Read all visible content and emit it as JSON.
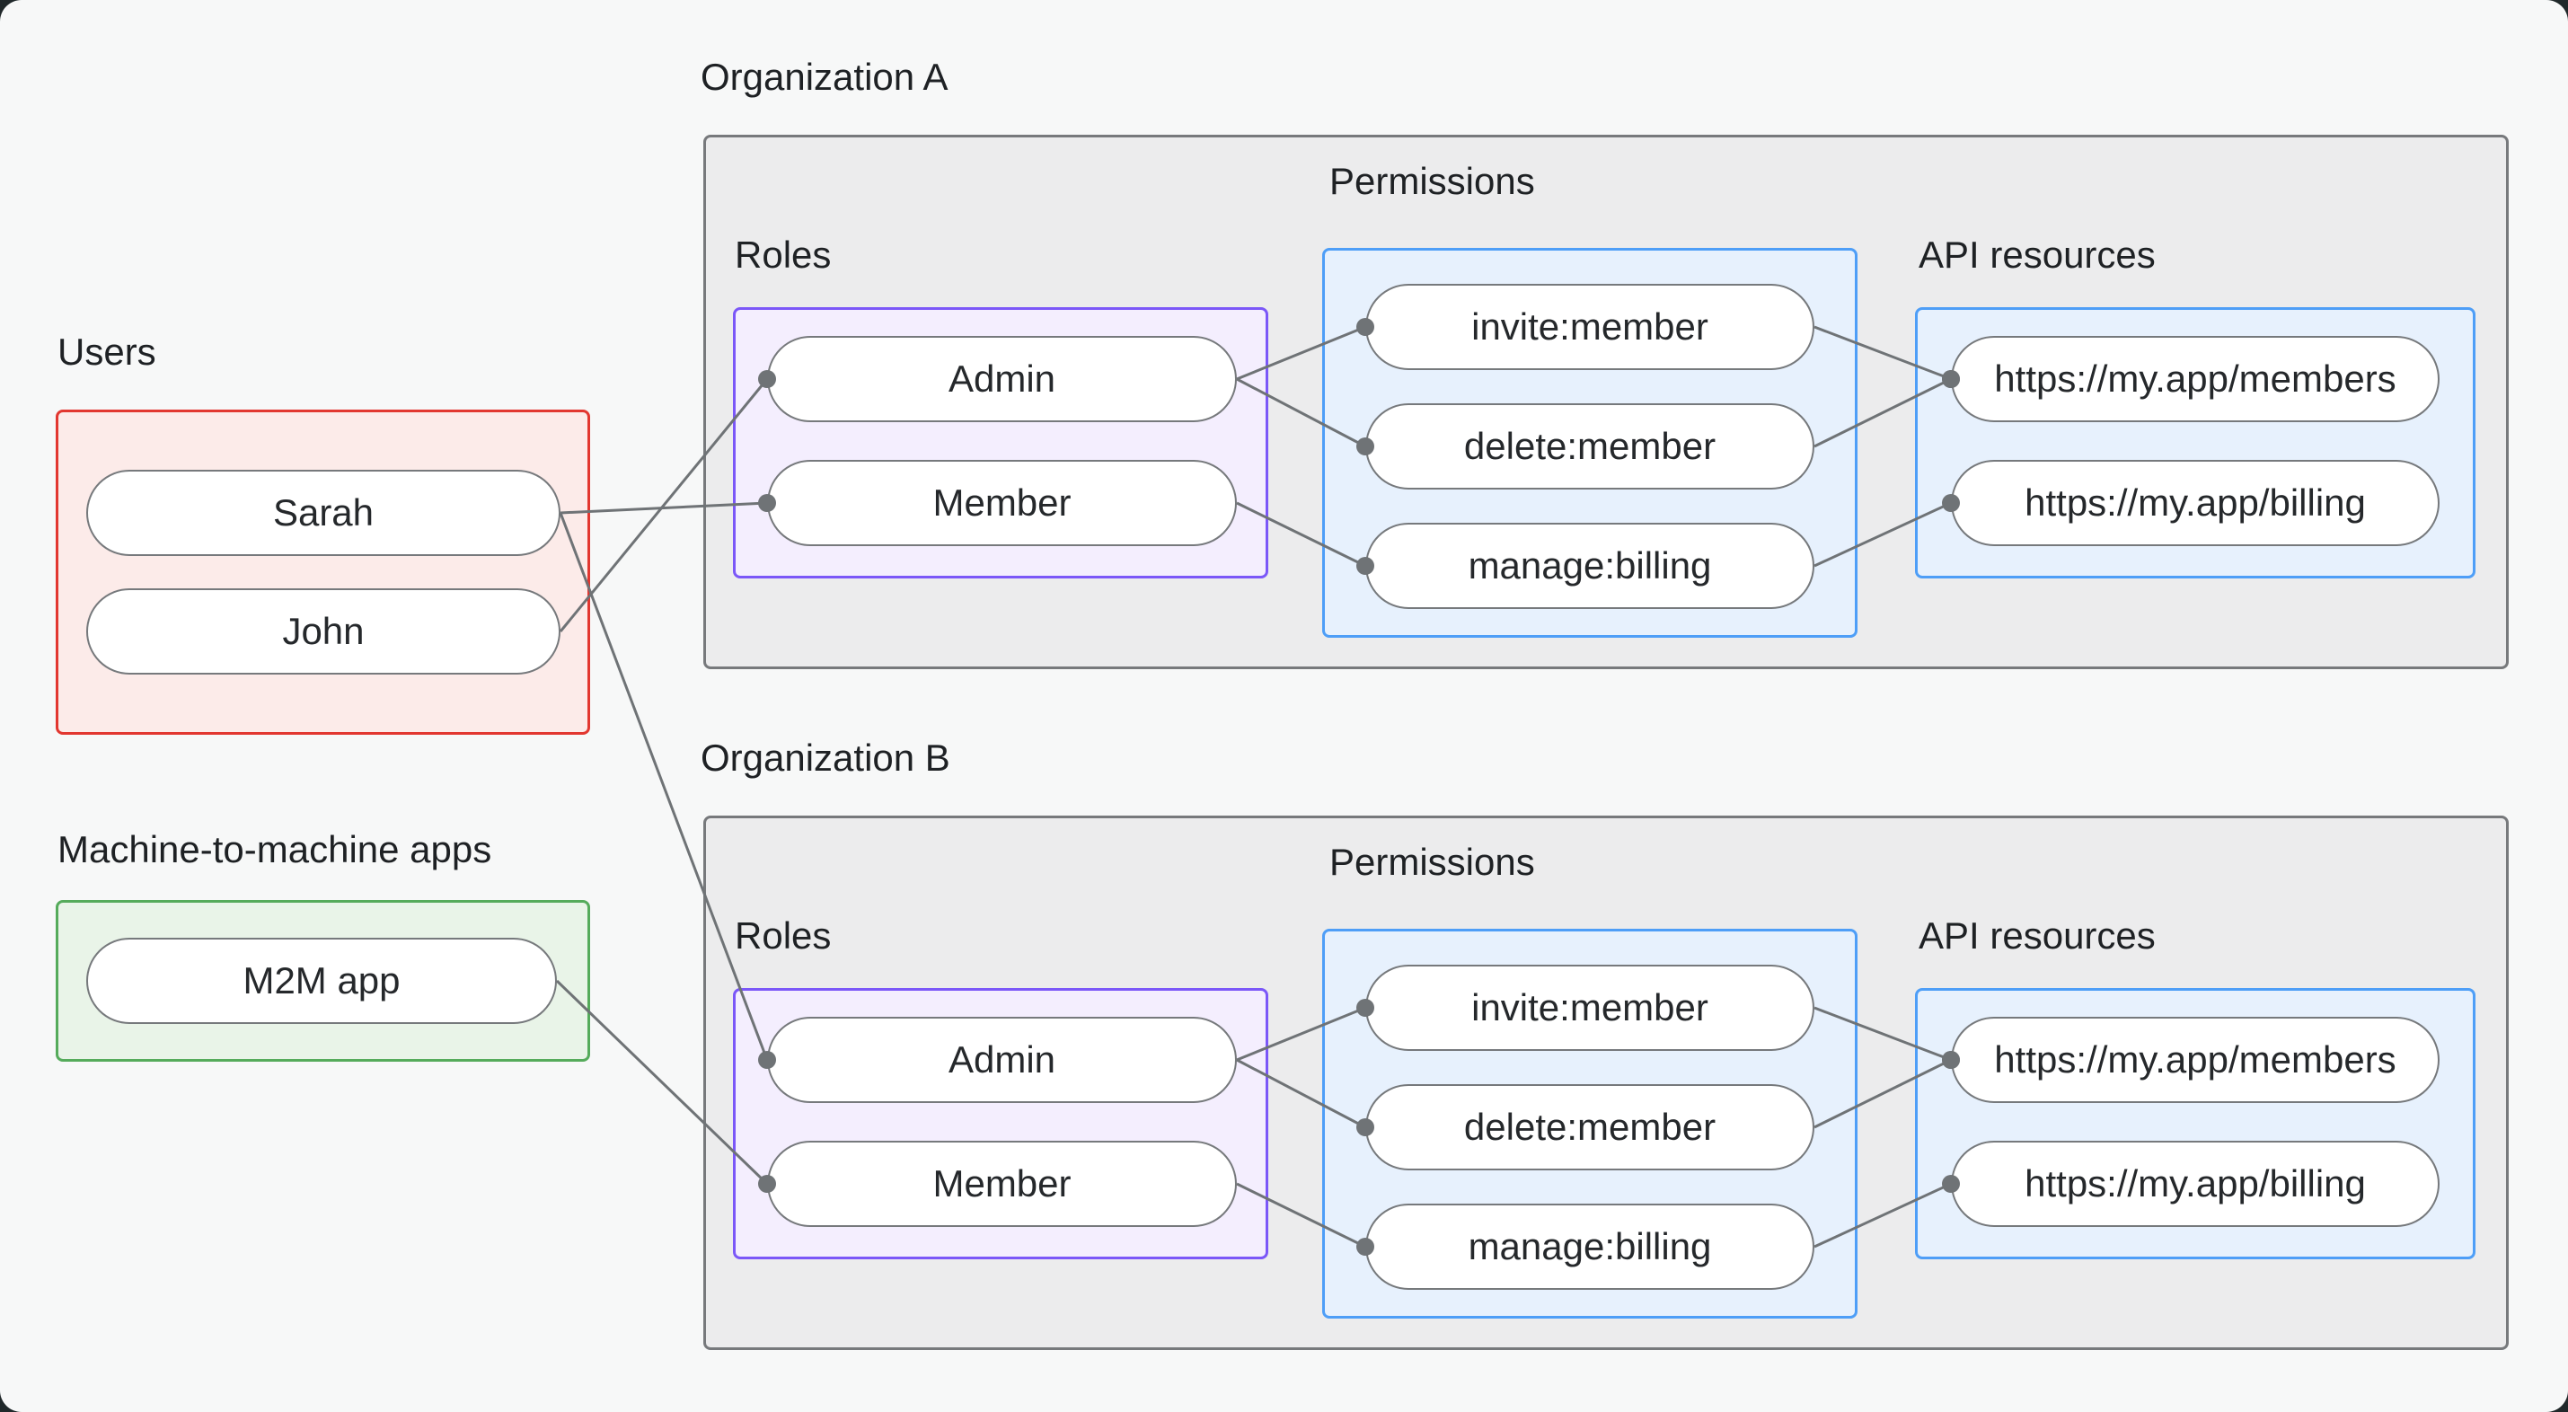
{
  "colors": {
    "page_bg": "#f7f8f8",
    "backdrop": "#20282a",
    "org_box_fill": "#ececed",
    "org_box_border": "#77797c",
    "users_fill": "#fcebe9",
    "users_border": "#e23730",
    "m2m_fill": "#e9f4e8",
    "m2m_border": "#55ab5b",
    "roles_fill": "#f4eefe",
    "roles_border": "#7b57f8",
    "permissions_fill": "#e7f1fd",
    "permissions_border": "#4e9ef7",
    "api_fill": "#e7f1fd",
    "api_border": "#4e9ef7",
    "pill_fill": "#ffffff",
    "pill_border": "#76797c",
    "wire": "#6f7376",
    "text": "#1e2124"
  },
  "users": {
    "label": "Users",
    "items": [
      "Sarah",
      "John"
    ]
  },
  "m2m": {
    "label": "Machine-to-machine apps",
    "items": [
      "M2M app"
    ]
  },
  "orgA": {
    "title": "Organization A",
    "roles": {
      "label": "Roles",
      "items": [
        "Admin",
        "Member"
      ]
    },
    "permissions": {
      "label": "Permissions",
      "items": [
        "invite:member",
        "delete:member",
        "manage:billing"
      ]
    },
    "api": {
      "label": "API resources",
      "items": [
        "https://my.app/members",
        "https://my.app/billing"
      ]
    }
  },
  "orgB": {
    "title": "Organization B",
    "roles": {
      "label": "Roles",
      "items": [
        "Admin",
        "Member"
      ]
    },
    "permissions": {
      "label": "Permissions",
      "items": [
        "invite:member",
        "delete:member",
        "manage:billing"
      ]
    },
    "api": {
      "label": "API resources",
      "items": [
        "https://my.app/members",
        "https://my.app/billing"
      ]
    }
  },
  "connections": [
    {
      "from": "john-pill",
      "to": "orgA-admin-pill"
    },
    {
      "from": "sarah-pill",
      "to": "orgA-member-pill"
    },
    {
      "from": "sarah-pill",
      "to": "orgB-admin-pill"
    },
    {
      "from": "m2m-pill",
      "to": "orgB-member-pill"
    },
    {
      "from": "orgA-admin-pill",
      "to": "orgA-perm-invite-pill"
    },
    {
      "from": "orgA-admin-pill",
      "to": "orgA-perm-delete-pill"
    },
    {
      "from": "orgA-member-pill",
      "to": "orgA-perm-manage-pill"
    },
    {
      "from": "orgA-perm-invite-pill",
      "to": "orgA-api-members-pill"
    },
    {
      "from": "orgA-perm-delete-pill",
      "to": "orgA-api-members-pill"
    },
    {
      "from": "orgA-perm-manage-pill",
      "to": "orgA-api-billing-pill"
    },
    {
      "from": "orgB-admin-pill",
      "to": "orgB-perm-invite-pill"
    },
    {
      "from": "orgB-admin-pill",
      "to": "orgB-perm-delete-pill"
    },
    {
      "from": "orgB-member-pill",
      "to": "orgB-perm-manage-pill"
    },
    {
      "from": "orgB-perm-invite-pill",
      "to": "orgB-api-members-pill"
    },
    {
      "from": "orgB-perm-delete-pill",
      "to": "orgB-api-members-pill"
    },
    {
      "from": "orgB-perm-manage-pill",
      "to": "orgB-api-billing-pill"
    }
  ]
}
